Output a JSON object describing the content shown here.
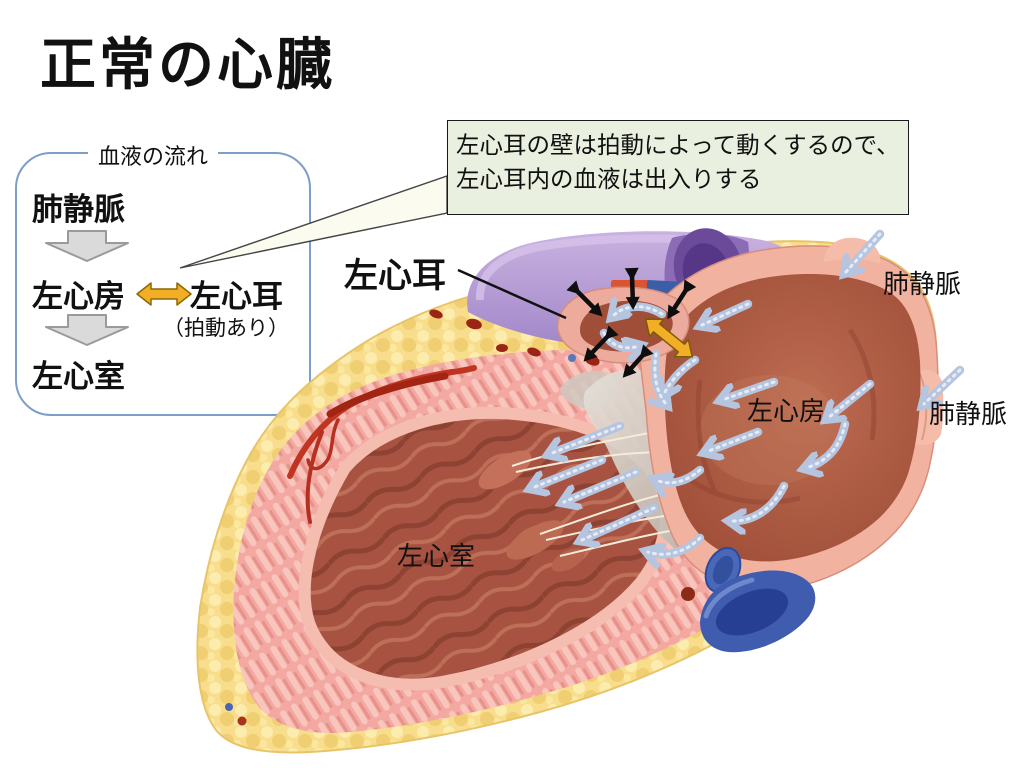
{
  "title": "正常の心臓",
  "flow_box": {
    "legend": "血液の流れ",
    "item_pulmonary_vein": "肺静脈",
    "item_left_atrium": "左心房",
    "item_left_appendage": "左心耳",
    "note_pulsation": "（拍動あり）",
    "item_left_ventricle": "左心室"
  },
  "callout": {
    "line1": "左心耳の壁は拍動によって動くするので、",
    "line2": "左心耳内の血液は出入りする"
  },
  "diagram_labels": {
    "left_appendage": "左心耳",
    "pulmonary_vein_top": "肺静脈",
    "pulmonary_vein_right": "肺静脈",
    "left_atrium": "左心房",
    "left_ventricle": "左心室"
  },
  "colors": {
    "exchange_arrow_yellow": "#f2ae26",
    "flow_box_border": "#7d9ec8",
    "callout_background": "#eaf0df",
    "flow_arrow_gray": "#dadada",
    "blood_flow_arrow_blue": "#b5c5e0",
    "pulsation_arrow_black": "#111111"
  }
}
